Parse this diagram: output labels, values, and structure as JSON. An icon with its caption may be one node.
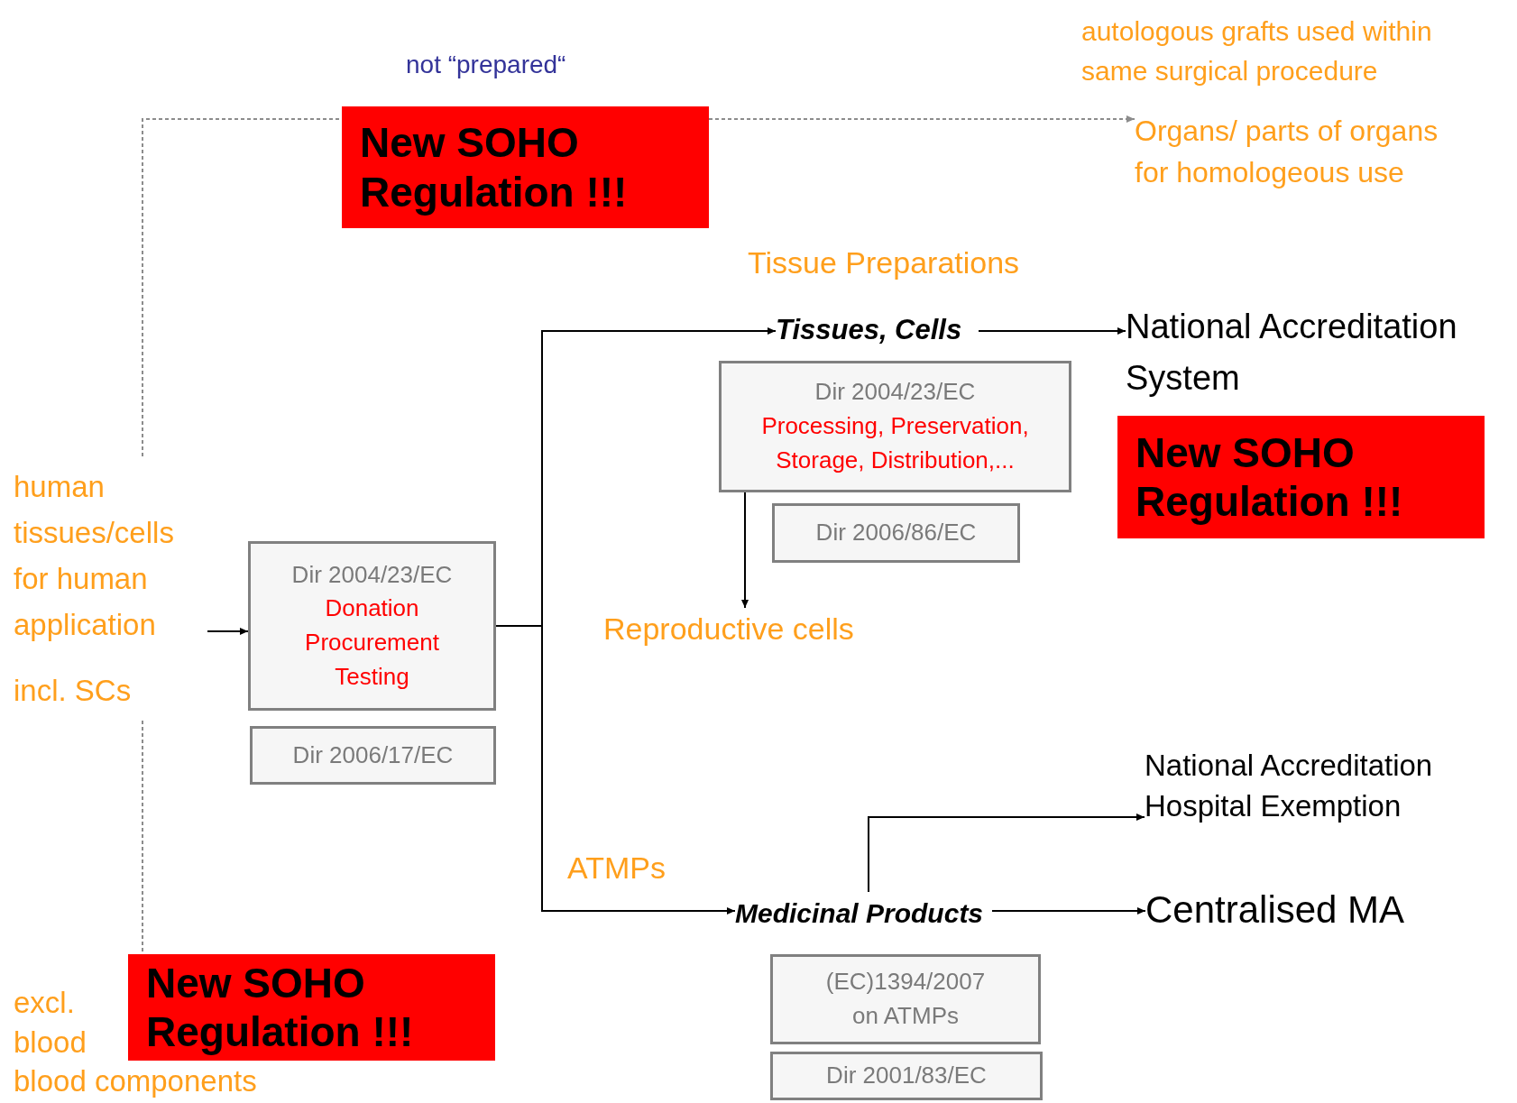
{
  "diagram": {
    "nodes": [
      {
        "text": [
          "autologous grafts used within same surgical procedure"
        ]
      },
      {
        "text": [
          "New SOHO Regulation !!!"
        ]
      },
      {
        "text": [
          "Organs/ parts of organs for homologeous use"
        ]
      },
      {
        "text": [
          "Tissues, Cells"
        ]
      },
      {
        "text": [
          "National Accreditation System"
        ]
      },
      {
        "text": [
          "Dir 2004/23/EC",
          "Processing, Preservation, Storage, Distribution,..."
        ]
      },
      {
        "text": [
          "New SOHO Regulation !!!"
        ]
      },
      {
        "text": [
          "human tissues/cells for human application",
          "incl. SCs"
        ]
      },
      {
        "text": [
          "Dir 2006/86/EC"
        ]
      },
      {
        "text": [
          "Dir 2004/23/EC",
          "Donation Procurement Testing"
        ]
      },
      {
        "text": [
          "Reproductive cells"
        ]
      },
      {
        "text": [
          "Dir 2006/17/EC"
        ]
      },
      {
        "text": [
          "National Accreditation Hospital Exemption"
        ]
      },
      {
        "text": [
          "Medicinal Products"
        ]
      },
      {
        "text": [
          "Centralised MA"
        ]
      },
      {
        "text": [
          "excl. blood blood components"
        ]
      },
      {
        "text": [
          "New SOHO Regulation !!!"
        ]
      },
      {
        "text": [
          "(EC)1394/2007 on ATMPs"
        ]
      },
      {
        "text": [
          "Dir 2001/83/EC"
        ]
      }
    ],
    "edges": [
      {
        "from": 7,
        "to": 1,
        "arrow": "none",
        "style": "dashed",
        "color": "#8c8c8c"
      },
      {
        "from": 1,
        "to": 2,
        "arrow": "to",
        "style": "dashed",
        "color": "#8c8c8c"
      },
      {
        "from": 7,
        "to": 16,
        "arrow": "none",
        "style": "dashed",
        "color": "#8c8c8c"
      },
      {
        "from": 7,
        "to": 9,
        "arrow": "to"
      },
      {
        "from": 9,
        "to": 3,
        "arrow": "to"
      },
      {
        "from": 9,
        "to": 13,
        "arrow": "to"
      },
      {
        "from": 3,
        "to": 4,
        "arrow": "to"
      },
      {
        "from": 5,
        "to": 10,
        "arrow": "to"
      },
      {
        "from": 13,
        "to": 14,
        "arrow": "to"
      },
      {
        "from": 13,
        "to": 12,
        "arrow": "to"
      }
    ],
    "labels": [
      "not “prepared“",
      "Tissue Preparations",
      "ATMPs"
    ]
  }
}
